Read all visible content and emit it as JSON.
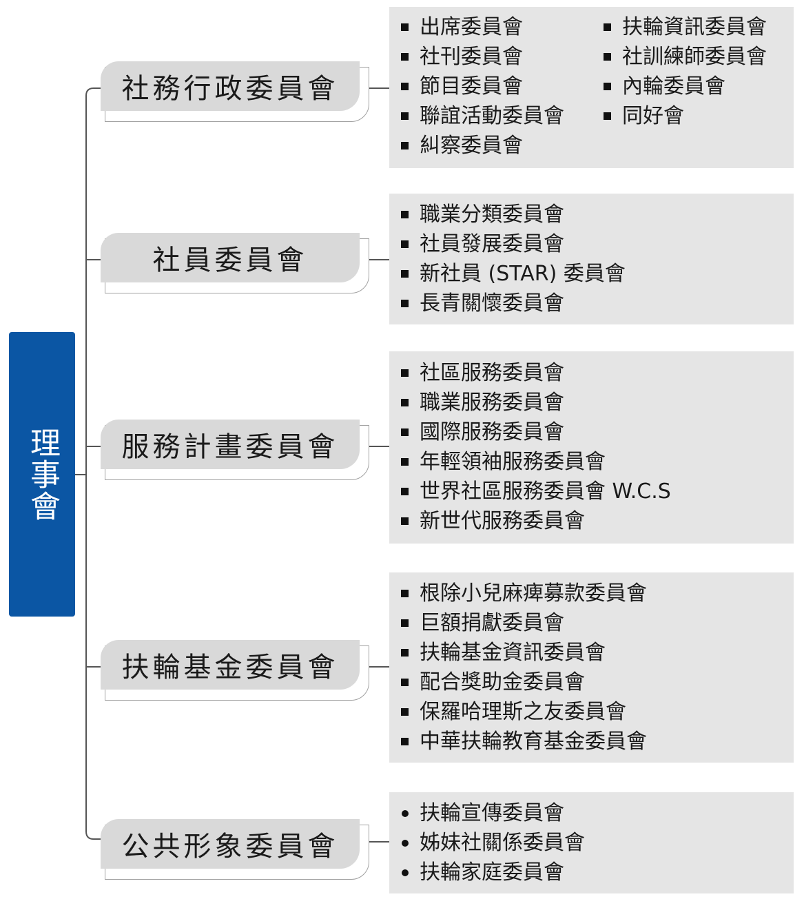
{
  "root": {
    "label": "理事會",
    "color": "#0b56a4"
  },
  "committees": [
    {
      "label": "社務行政委員會",
      "items_col1": [
        "出席委員會",
        "社刊委員會",
        "節目委員會",
        "聯誼活動委員會",
        "糾察委員會"
      ],
      "items_col2": [
        "扶輪資訊委員會",
        "社訓練師委員會",
        "內輪委員會",
        "同好會"
      ],
      "bullet": "square-icon"
    },
    {
      "label": "社員委員會",
      "items_col1": [
        "職業分類委員會",
        "社員發展委員會",
        "新社員 (STAR) 委員會",
        "長青關懷委員會"
      ],
      "bullet": "square-icon"
    },
    {
      "label": "服務計畫委員會",
      "items_col1": [
        "社區服務委員會",
        "職業服務委員會",
        "國際服務委員會",
        "年輕領袖服務委員會",
        "世界社區服務委員會 W.C.S",
        "新世代服務委員會"
      ],
      "bullet": "square-icon"
    },
    {
      "label": "扶輪基金委員會",
      "items_col1": [
        "根除小兒麻痺募款委員會",
        "巨額捐獻委員會",
        "扶輪基金資訊委員會",
        "配合獎助金委員會",
        "保羅哈理斯之友委員會",
        "中華扶輪教育基金委員會"
      ],
      "bullet": "square-icon"
    },
    {
      "label": "公共形象委員會",
      "items_col1": [
        "扶輪宣傳委員會",
        "姊妹社關係委員會",
        "扶輪家庭委員會"
      ],
      "bullet": "dot-icon"
    }
  ]
}
